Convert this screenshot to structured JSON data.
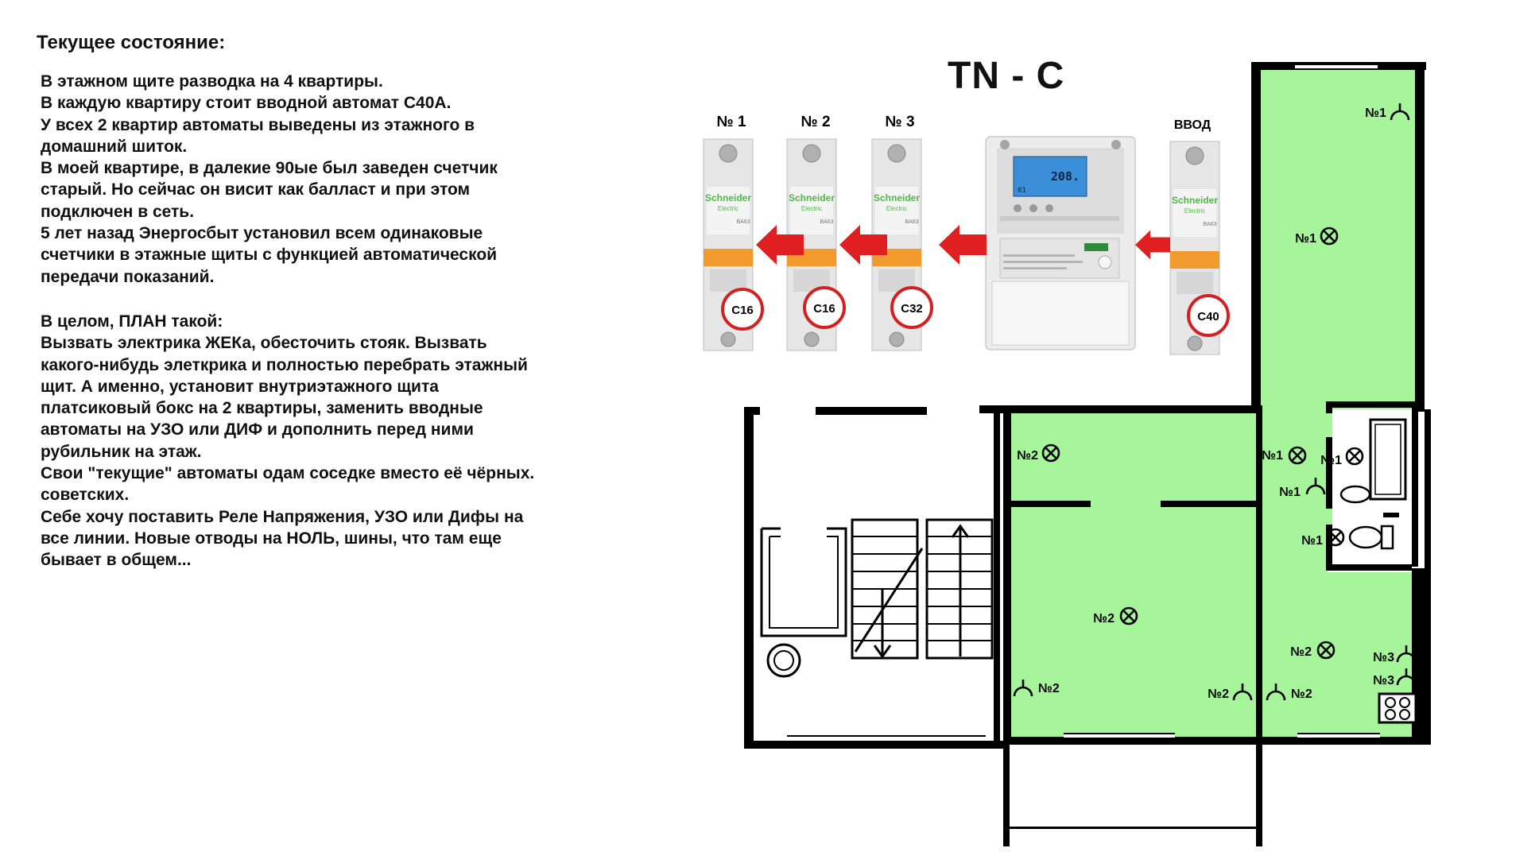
{
  "current_state": {
    "heading": "Текущее состояние:",
    "text": "В этажном щите разводка на 4 квартиры.\nВ каждую квартиру стоит вводной автомат С40А.\nУ всех 2 квартир автоматы выведены из этажного в\nдомашний шиток.\nВ моей квартире, в далекие 90ые был заведен счетчик\nстарый. Но сейчас он висит как балласт и при этом\nподключен в сеть.\n5 лет назад Энергосбыт установил всем одинаковые\nсчетчики в этажные щиты с функцией автоматической\nпередачи показаний."
  },
  "plan": {
    "text": "В целом, ПЛАН такой:\nВызвать электрика ЖЕКа, обесточить стояк. Вызвать\nкакого-нибудь элеткрика и полностью перебрать этажный\nщит. А именно, установит внутриэтажного щита\nплатсиковый бокс на 2 квартиры, заменить вводные\nавтоматы на УЗО или ДИФ и дополнить перед ними\nрубильник на этаж.\nСвои \"текущие\" автоматы одам соседке вместо её чёрных.\nсоветских.\nСебе хочу поставить Реле Напряжения, УЗО или Дифы на\nвсе линии. Новые отводы на НОЛЬ, шины, что там еще\nбывает в общем..."
  },
  "scheme": {
    "title": "TN - C",
    "breakers": [
      {
        "label": "№ 1",
        "rating": "C16",
        "brand": "Schneider",
        "brand_sub": "Electric",
        "model": "BA63"
      },
      {
        "label": "№ 2",
        "rating": "C16",
        "brand": "Schneider",
        "brand_sub": "Electric",
        "model": "BA63"
      },
      {
        "label": "№ 3",
        "rating": "C32",
        "brand": "Schneider",
        "brand_sub": "Electric",
        "model": "BA63"
      },
      {
        "label": "ВВОД",
        "rating": "C40",
        "brand": "Schneider",
        "brand_sub": "Electric",
        "model": "BA63"
      }
    ],
    "meter": {
      "display": "208.",
      "display_small": "01"
    },
    "colors": {
      "arrow": "#e02020",
      "ring": "#d42020",
      "floor": "#a6f59a",
      "wall": "#000000",
      "breaker_orange": "#f39a2e",
      "brand_green": "#4fb848"
    }
  },
  "floorplan": {
    "lights": [
      {
        "label": "№1"
      },
      {
        "label": "№2"
      },
      {
        "label": "№1"
      },
      {
        "label": "№1"
      },
      {
        "label": "№1"
      },
      {
        "label": "№2"
      },
      {
        "label": "№2"
      }
    ],
    "sockets": [
      {
        "label": "№1"
      },
      {
        "label": "№1"
      },
      {
        "label": "№2"
      },
      {
        "label": "№2"
      },
      {
        "label": "№2"
      },
      {
        "label": "№3"
      },
      {
        "label": "№3"
      }
    ]
  }
}
